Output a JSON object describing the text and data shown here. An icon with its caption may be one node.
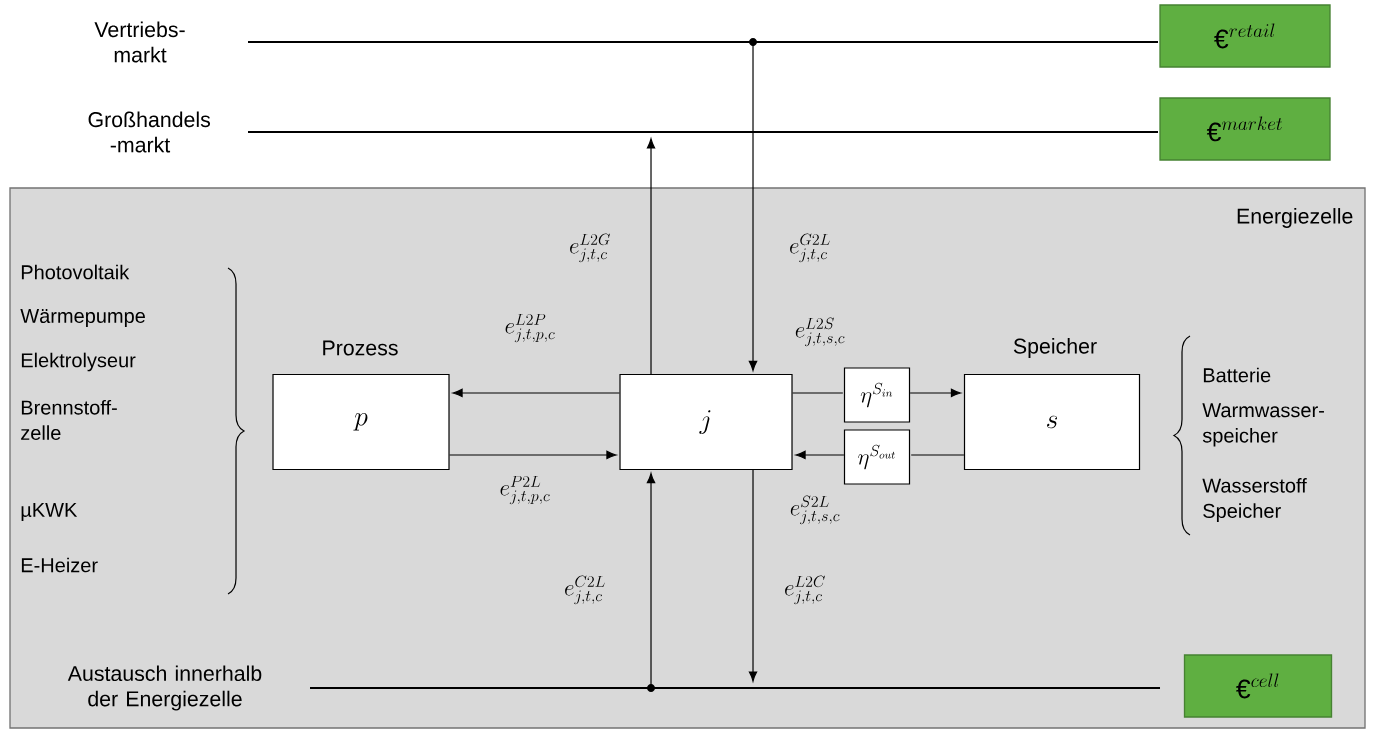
{
  "diagram": {
    "nodes": [
      {
        "text": [
          "Energiezelle"
        ]
      },
      {
        "text": [],
        "shape": "bar",
        "beside": [
          "Vertriebs- markt"
        ]
      },
      {
        "text": [
          "\\text{€}^{retail}"
        ]
      },
      {
        "text": [],
        "shape": "bar",
        "beside": [
          "Großhandels -markt"
        ]
      },
      {
        "text": [
          "\\text{€}^{market}"
        ]
      },
      {
        "text": [],
        "shape": "bar",
        "beside": [
          "Austausch innerhalb der Energiezelle"
        ],
        "in": 0
      },
      {
        "text": [
          "\\text{€}^{cell}"
        ],
        "in": 0
      },
      {
        "text": [
          "Prozess",
          "p"
        ],
        "in": 0
      },
      {
        "text": [
          "j"
        ],
        "in": 0
      },
      {
        "text": [
          "\\eta^{S_{in}}"
        ],
        "in": 0
      },
      {
        "text": [
          "\\eta^{S_{out}}"
        ],
        "in": 0
      },
      {
        "text": [
          "Speicher",
          "s"
        ],
        "in": 0
      }
    ],
    "edges": [
      {
        "from": 1,
        "to": 8,
        "arrow": "to",
        "label": "e^{G2L}_{j,t,c}"
      },
      {
        "from": 8,
        "to": 3,
        "arrow": "to",
        "label": "e^{L2G}_{j,t,c}"
      },
      {
        "from": 8,
        "to": 7,
        "arrow": "to",
        "label": "e^{L2P}_{j,t,p,c}"
      },
      {
        "from": 7,
        "to": 8,
        "arrow": "to",
        "label": "e^{P2L}_{j,t,p,c}"
      },
      {
        "from": 8,
        "to": 9,
        "arrow": "none",
        "label": "e^{L2S}_{j,t,s,c}"
      },
      {
        "from": 9,
        "to": 11,
        "arrow": "to"
      },
      {
        "from": 11,
        "to": 10,
        "arrow": "none"
      },
      {
        "from": 10,
        "to": 8,
        "arrow": "to",
        "label": "e^{S2L}_{j,t,s,c}"
      },
      {
        "from": 5,
        "to": 8,
        "arrow": "to",
        "label": "e^{C2L}_{j,t,c}"
      },
      {
        "from": 8,
        "to": 5,
        "arrow": "to",
        "label": "e^{L2C}_{j,t,c}"
      }
    ],
    "labels": [
      "Photovoltaik",
      "Wärmepumpe",
      "Elektrolyseur",
      "Brennstoff- zelle",
      "µKWK",
      "E-Heizer",
      "Batterie",
      "Warmwasser- speicher",
      "Wasserstoff Speicher"
    ]
  }
}
